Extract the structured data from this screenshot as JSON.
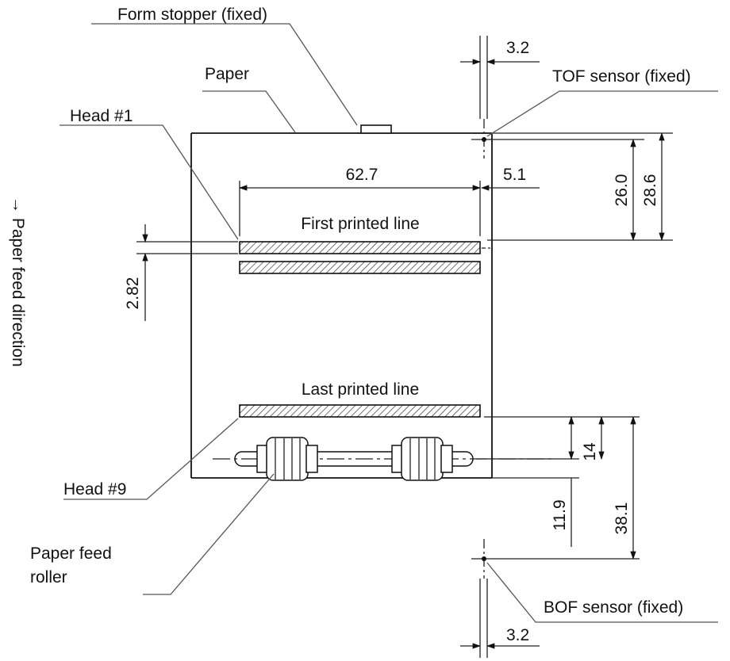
{
  "labels": {
    "form_stopper": "Form stopper (fixed)",
    "paper": "Paper",
    "head_1": "Head #1",
    "tof_sensor": "TOF sensor (fixed)",
    "first_printed_line": "First printed line",
    "last_printed_line": "Last printed line",
    "head_9": "Head #9",
    "paper_feed_roller_line1": "Paper feed",
    "paper_feed_roller_line2": "roller",
    "bof_sensor": "BOF sensor (fixed)",
    "paper_feed_direction": "→ Paper feed direction"
  },
  "dimensions": {
    "tof_offset": "3.2",
    "print_width": "62.7",
    "right_margin": "5.1",
    "top_to_first_line": "26.0",
    "tof_to_first_line": "28.6",
    "line_pitch": "2.82",
    "last_line_to_roller": "14",
    "roller_to_paper_end": "11.9",
    "last_line_to_bof": "38.1",
    "bof_offset": "3.2"
  },
  "colors": {
    "line": "#111111",
    "leader": "#555555",
    "hatch": "#333333"
  }
}
